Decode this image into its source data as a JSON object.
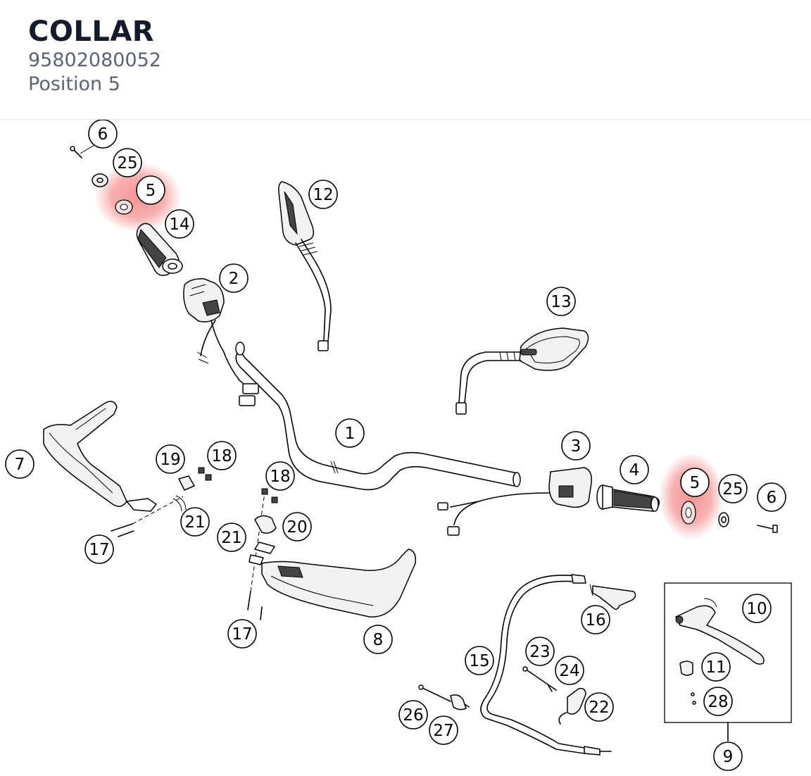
{
  "part": {
    "name": "COLLAR",
    "number": "95802080052",
    "position": "Position 5"
  },
  "highlight_color": "#f08080",
  "callouts": [
    {
      "id": "c1",
      "label": "1"
    },
    {
      "id": "c2",
      "label": "2"
    },
    {
      "id": "c3",
      "label": "3"
    },
    {
      "id": "c4",
      "label": "4"
    },
    {
      "id": "c5a",
      "label": "5",
      "highlight": true
    },
    {
      "id": "c5b",
      "label": "5",
      "highlight": true
    },
    {
      "id": "c6a",
      "label": "6"
    },
    {
      "id": "c6b",
      "label": "6"
    },
    {
      "id": "c7",
      "label": "7"
    },
    {
      "id": "c8",
      "label": "8"
    },
    {
      "id": "c9",
      "label": "9"
    },
    {
      "id": "c10",
      "label": "10"
    },
    {
      "id": "c11",
      "label": "11"
    },
    {
      "id": "c12",
      "label": "12"
    },
    {
      "id": "c13",
      "label": "13"
    },
    {
      "id": "c14",
      "label": "14"
    },
    {
      "id": "c15",
      "label": "15"
    },
    {
      "id": "c16",
      "label": "16"
    },
    {
      "id": "c17a",
      "label": "17"
    },
    {
      "id": "c17b",
      "label": "17"
    },
    {
      "id": "c18a",
      "label": "18"
    },
    {
      "id": "c18b",
      "label": "18"
    },
    {
      "id": "c19",
      "label": "19"
    },
    {
      "id": "c20",
      "label": "20"
    },
    {
      "id": "c21a",
      "label": "21"
    },
    {
      "id": "c21b",
      "label": "21"
    },
    {
      "id": "c22",
      "label": "22"
    },
    {
      "id": "c23",
      "label": "23"
    },
    {
      "id": "c24",
      "label": "24"
    },
    {
      "id": "c25a",
      "label": "25"
    },
    {
      "id": "c25b",
      "label": "25"
    },
    {
      "id": "c26",
      "label": "26"
    },
    {
      "id": "c27",
      "label": "27"
    },
    {
      "id": "c28",
      "label": "28"
    }
  ]
}
